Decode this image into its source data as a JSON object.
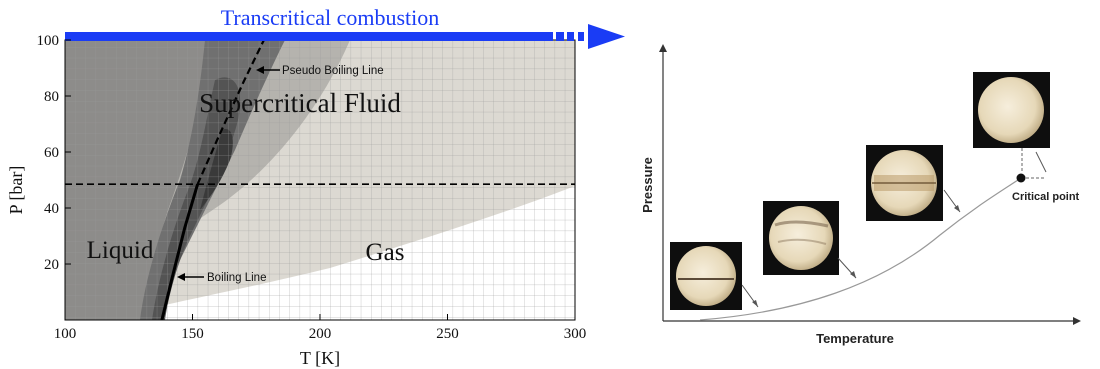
{
  "left_diagram": {
    "banner": "Transcritical combustion",
    "banner_color": "#1a3cf5",
    "xlabel": "T [K]",
    "ylabel": "P [bar]",
    "xlim": [
      100,
      300
    ],
    "ylim": [
      0,
      100
    ],
    "x_ticks": [
      "100",
      "150",
      "200",
      "250",
      "300"
    ],
    "y_ticks": [
      "20",
      "40",
      "60",
      "80",
      "100"
    ],
    "region_labels": {
      "supercritical": "Supercritical Fluid",
      "liquid": "Liquid",
      "gas": "Gas"
    },
    "annotations": {
      "pseudo_boiling": "Pseudo Boiling Line",
      "boiling": "Boiling Line"
    },
    "critical_pressure_bar": 48.5,
    "boiling_line": [
      [
        138,
        0
      ],
      [
        142,
        15
      ],
      [
        147,
        33
      ],
      [
        152,
        48.5
      ]
    ],
    "pseudo_boiling_line": [
      [
        152,
        48.5
      ],
      [
        160,
        65
      ],
      [
        170,
        85
      ],
      [
        178,
        100
      ]
    ]
  },
  "right_diagram": {
    "xlabel": "Temperature",
    "ylabel": "Pressure",
    "critical_point_label": "Critical point",
    "photo_count": 4
  }
}
